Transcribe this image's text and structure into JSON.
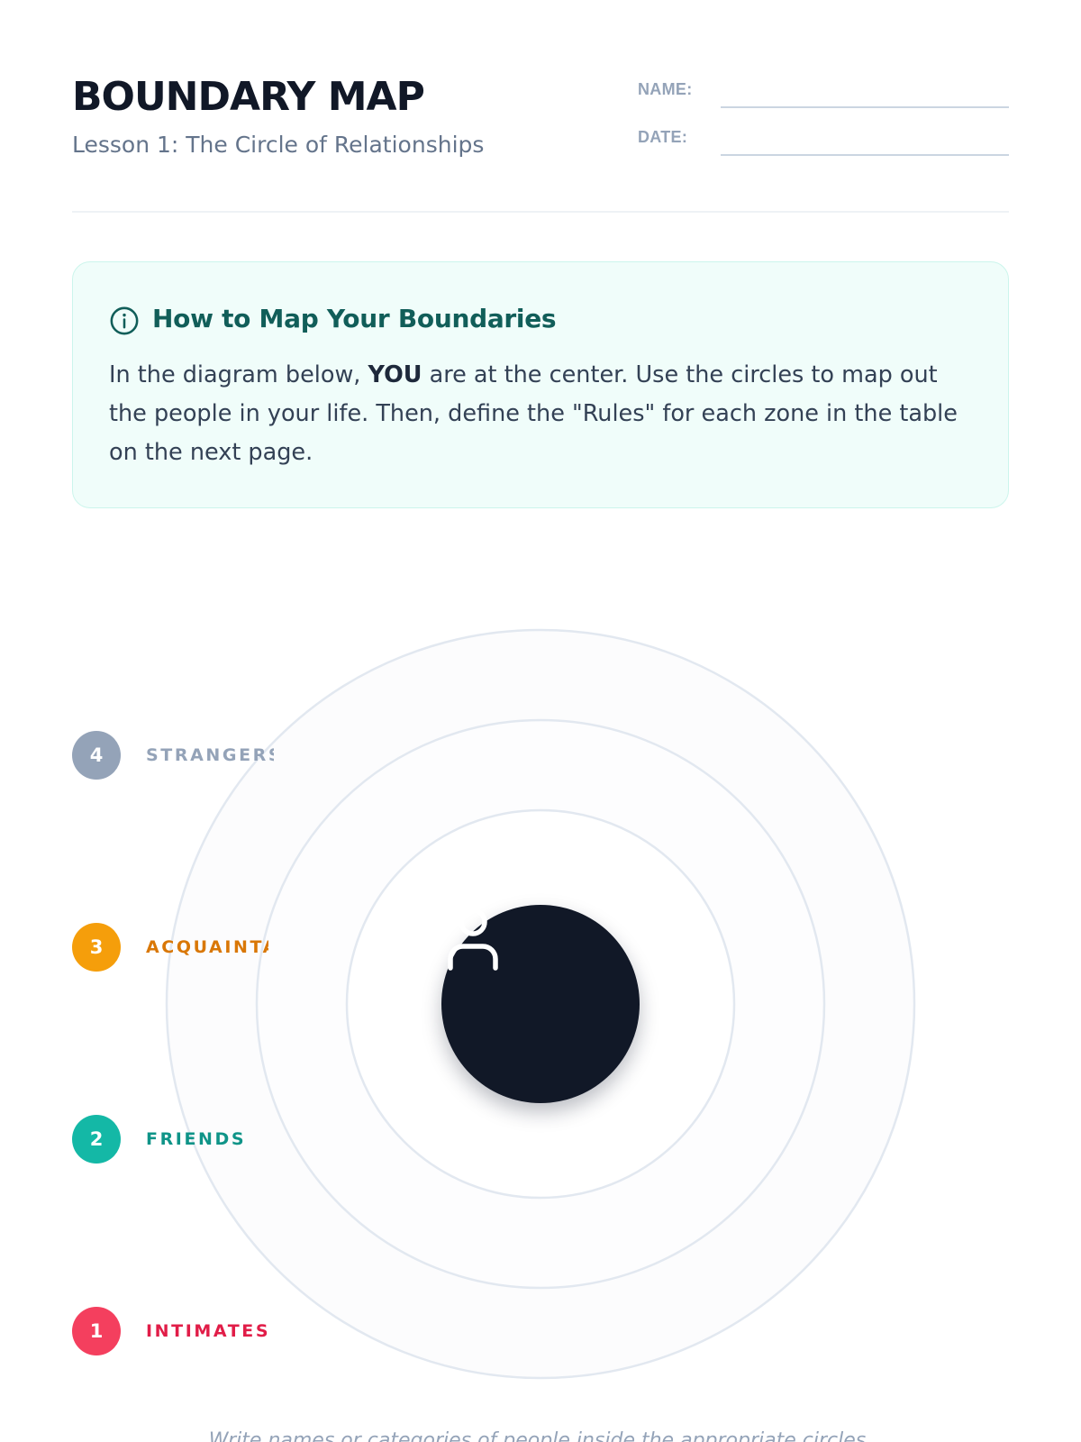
{
  "header": {
    "title": "BOUNDARY MAP",
    "subtitle": "Lesson 1: The Circle of Relationships",
    "name_label": "NAME:",
    "date_label": "DATE:"
  },
  "info": {
    "icon": "info-circle-icon",
    "title": "How to Map Your Boundaries",
    "text_before": "In the diagram below, ",
    "text_strong": "YOU",
    "text_after": " are at the center. Use the circles to map out the people in your life. Then, define the \"Rules\" for each zone in the table on the next page."
  },
  "diagram": {
    "center_icon": "user-icon",
    "zones": [
      {
        "number": "4",
        "label": "STRANGERS",
        "color": "#94a3b8",
        "text_color": "#94a3b8"
      },
      {
        "number": "3",
        "label": "ACQUAINTANCES",
        "color": "#f59e0b",
        "text_color": "#d97706"
      },
      {
        "number": "2",
        "label": "FRIENDS",
        "color": "#14b8a6",
        "text_color": "#0f9488"
      },
      {
        "number": "1",
        "label": "INTIMATES",
        "color": "#f43f5e",
        "text_color": "#e11d48"
      }
    ],
    "footnote": "Write names or categories of people inside the appropriate circles."
  },
  "colors": {
    "ink": "#111827",
    "accent_teal": "#115e59",
    "info_bg": "#f0fdfa",
    "ring_stroke": "#e2e8f0"
  }
}
